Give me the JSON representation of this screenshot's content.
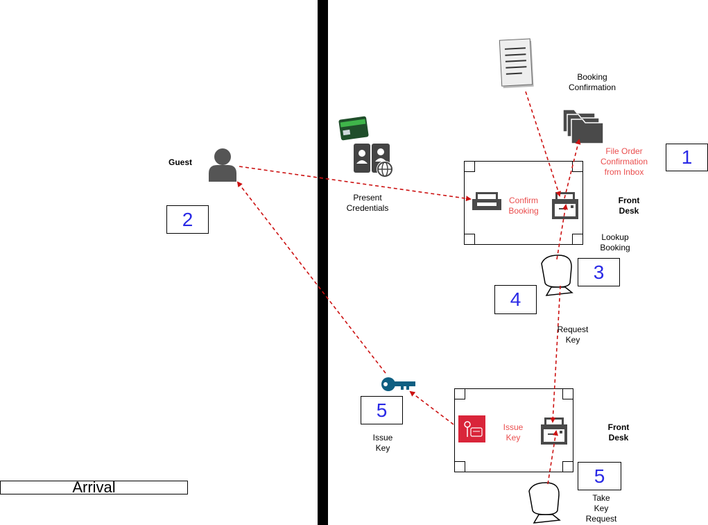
{
  "labels": {
    "guest": "Guest",
    "present_credentials": "Present\nCredentials",
    "confirm_booking": "Confirm\nBooking",
    "booking_confirmation": "Booking\nConfirmation",
    "file_order": "File Order\nConfirmation\nfrom Inbox",
    "front_desk_top": "Front\nDesk",
    "lookup_booking": "Lookup\nBooking",
    "request_key": "Request\nKey",
    "issue_key_inner": "Issue\nKey",
    "issue_key_outer": "Issue\nKey",
    "front_desk_bottom": "Front\nDesk",
    "take_key_request": "Take\nKey\nRequest",
    "arrival": "Arrival"
  },
  "steps": {
    "s1": "1",
    "s2": "2",
    "s3": "3",
    "s4": "4",
    "s5a": "5",
    "s5b": "5"
  },
  "colors": {
    "arrow": "#cc1111",
    "accent_text": "#ea4e4e",
    "step_number": "#2a2ae6",
    "key_icon": "#0e5f82",
    "issue_icon_bg": "#d9253a",
    "icon_gray": "#4a4a4a"
  }
}
